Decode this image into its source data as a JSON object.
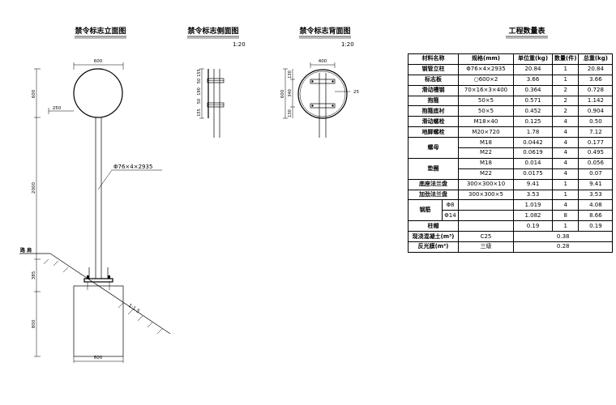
{
  "views": {
    "front_title": "禁令标志立面图",
    "side_title": "禁令标志侧面图",
    "back_title": "禁令标志背面图",
    "table_title": "工程数量表",
    "side_scale": "1:20",
    "back_scale": "1:20"
  },
  "front": {
    "dim_top_width": "600",
    "dim_offset": "250",
    "dim_sign_height": "600",
    "dim_pole_height": "2000",
    "dim_exposed": "385",
    "dim_foundation_depth": "800",
    "dim_bottom_width": "600",
    "pole_callout": "Φ76×4×2935",
    "road_label": "路 肩",
    "slope_label": "1:1.5"
  },
  "side": {
    "dims": [
      "155",
      "50",
      "190",
      "50",
      "155"
    ]
  },
  "back": {
    "dim_width": "400",
    "dim_height": "600",
    "dim_upper": "130",
    "dim_mid": "340",
    "dim_lower": "130",
    "dim_right": "25"
  },
  "table": {
    "headers": [
      "材料名称",
      "规格(mm)",
      "单位重(kg)",
      "数量(件)",
      "总重(kg)"
    ],
    "rows": [
      [
        "钢管立柱",
        "Φ76×4×2935",
        "20.84",
        "1",
        "20.84"
      ],
      [
        "标志板",
        "○600×2",
        "3.66",
        "1",
        "3.66"
      ],
      [
        "滑动槽钢",
        "70×16×3×400",
        "0.364",
        "2",
        "0.728"
      ],
      [
        "抱箍",
        "50×5",
        "0.571",
        "2",
        "1.142"
      ],
      [
        "抱箍底衬",
        "50×5",
        "0.452",
        "2",
        "0.904"
      ],
      [
        "滑动螺栓",
        "M18×40",
        "0.125",
        "4",
        "0.50"
      ],
      [
        "地脚螺栓",
        "M20×720",
        "1.78",
        "4",
        "7.12"
      ]
    ],
    "nut": {
      "name": "螺母",
      "rows": [
        [
          "M18",
          "0.0442",
          "4",
          "0.177"
        ],
        [
          "M22",
          "0.0619",
          "4",
          "0.495"
        ]
      ]
    },
    "washer": {
      "name": "垫圈",
      "rows": [
        [
          "M18",
          "0.014",
          "4",
          "0.056"
        ],
        [
          "M22",
          "0.0175",
          "4",
          "0.07"
        ]
      ]
    },
    "rows2": [
      [
        "底座法兰盘",
        "300×300×10",
        "9.41",
        "1",
        "9.41"
      ],
      [
        "加劲法兰盘",
        "300×300×5",
        "3.53",
        "1",
        "3.53"
      ]
    ],
    "rebar": {
      "name": "钢筋",
      "rows": [
        [
          "Φ8",
          "",
          "1.019",
          "4",
          "4.08"
        ],
        [
          "Φ14",
          "",
          "1.082",
          "8",
          "8.66"
        ]
      ]
    },
    "cap": [
      "柱帽",
      "",
      "0.19",
      "1",
      "0.19"
    ],
    "concrete": {
      "name": "现浇混凝土(m³)",
      "spec": "C25",
      "qty": "0.38"
    },
    "film": {
      "name": "反光膜(m²)",
      "spec": "三级",
      "qty": "0.28"
    }
  }
}
